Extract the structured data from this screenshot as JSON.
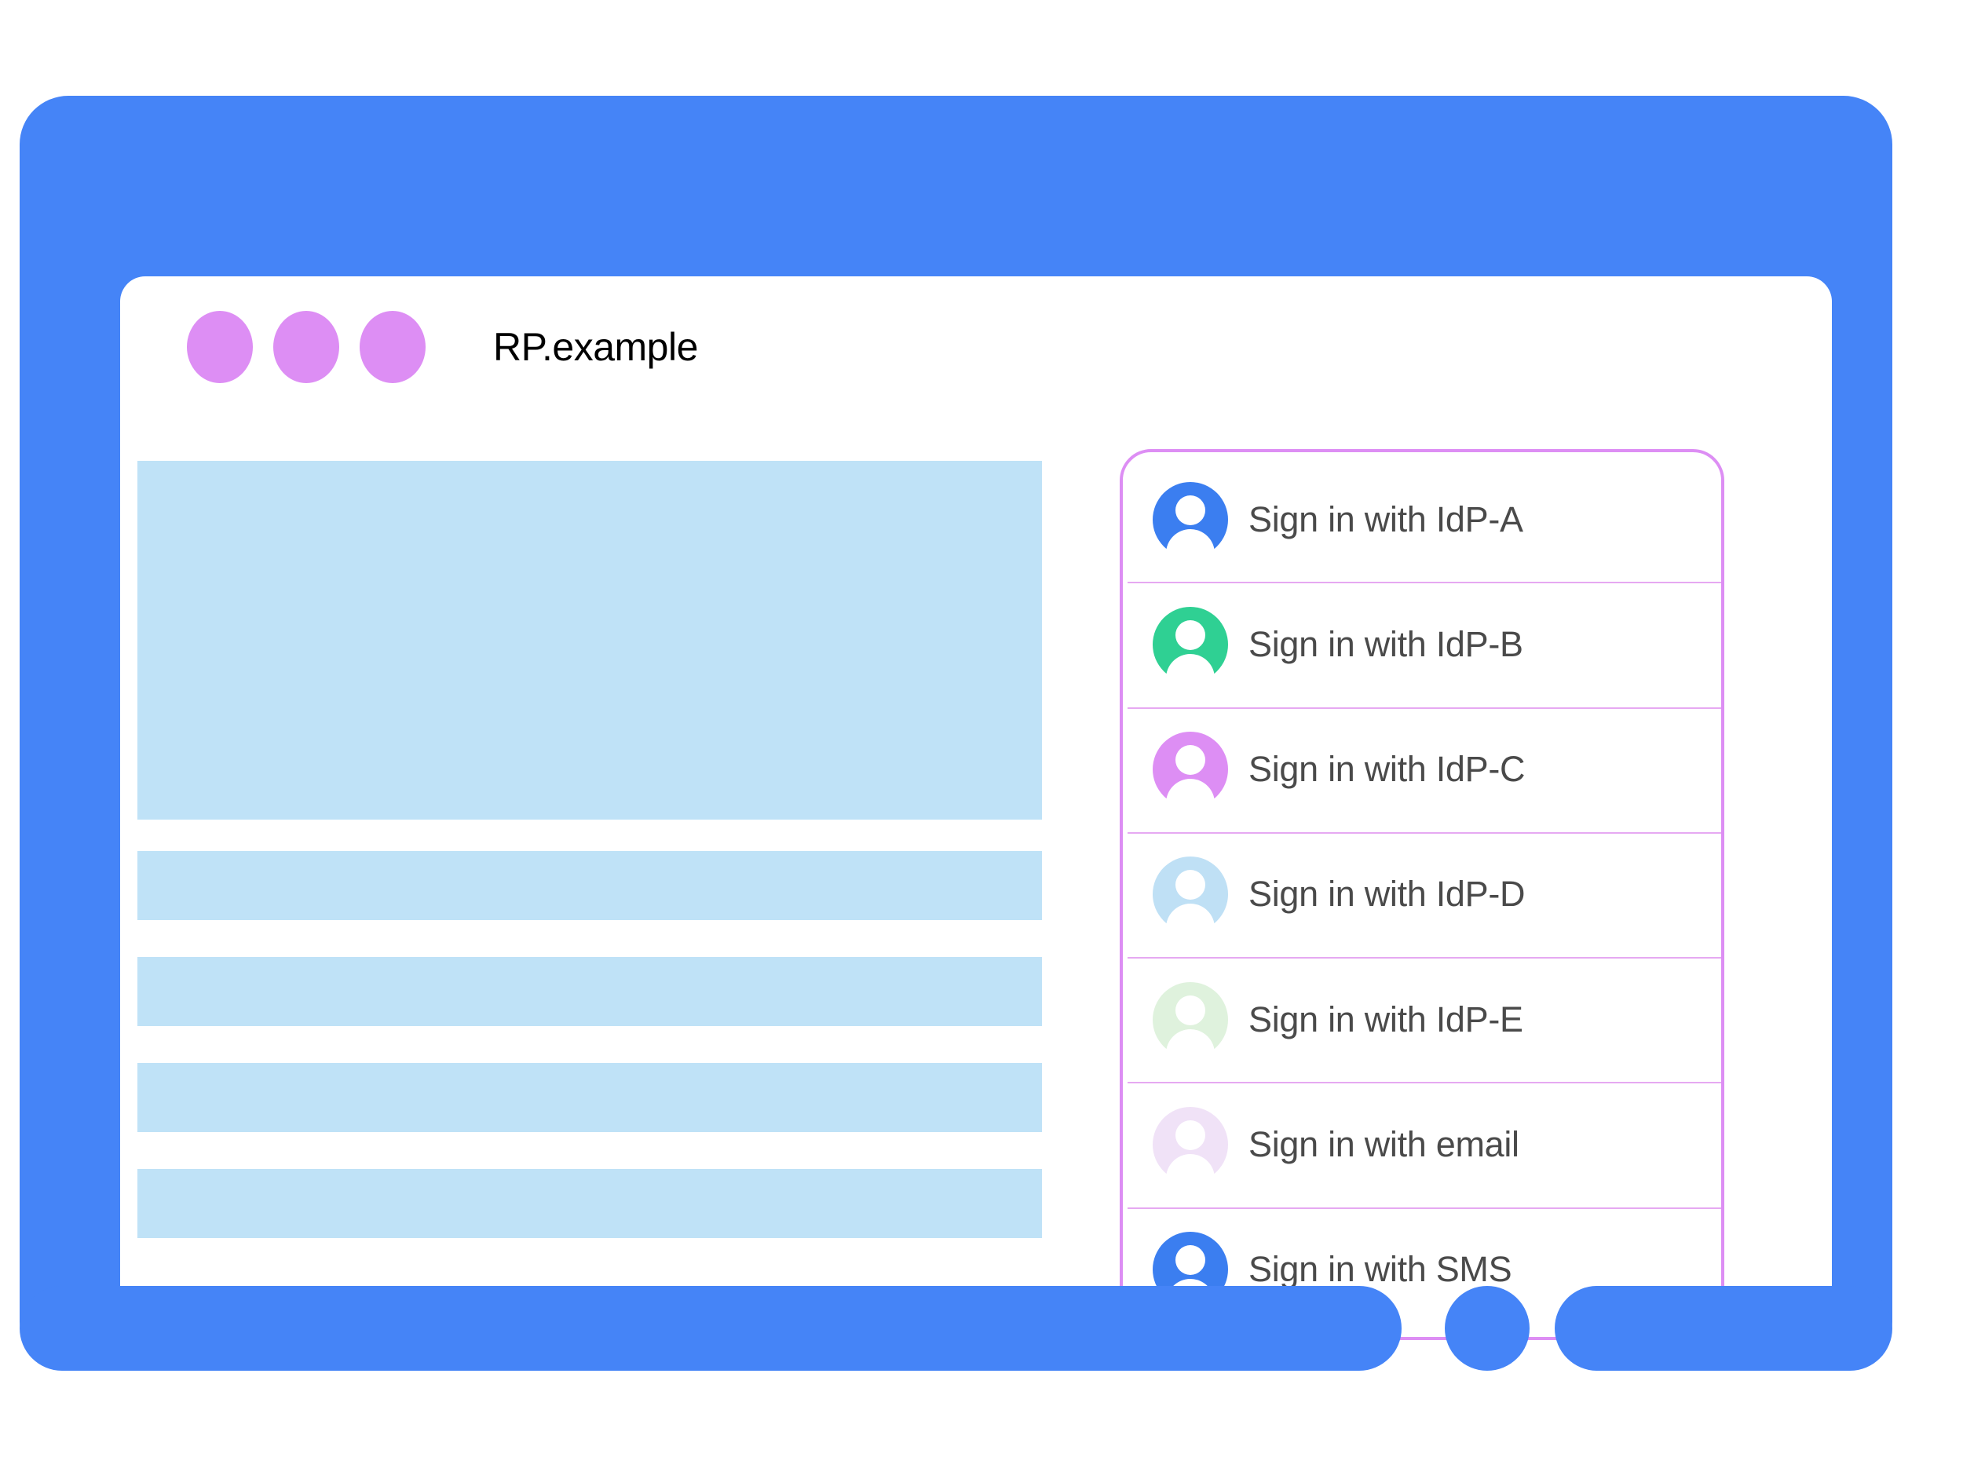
{
  "window": {
    "title": "RP.example",
    "dots": [
      "window-dot-1",
      "window-dot-2",
      "window-dot-3"
    ],
    "frame_color": "#4584f7",
    "dot_color": "#dd8ef4"
  },
  "content": {
    "placeholder_color": "#bfe2f7",
    "blocks": [
      {
        "name": "hero-placeholder"
      },
      {
        "name": "text-line-placeholder-1"
      },
      {
        "name": "text-line-placeholder-2"
      },
      {
        "name": "text-line-placeholder-3"
      },
      {
        "name": "text-line-placeholder-4"
      }
    ]
  },
  "signin_card": {
    "border_color": "#dd8ef4",
    "divider_color": "#e6a9f2",
    "label_color": "#4a4a4a",
    "options": [
      {
        "label": "Sign in with IdP-A",
        "icon": "account-circle-icon",
        "avatar_color": "#3b7ef0"
      },
      {
        "label": "Sign in with IdP-B",
        "icon": "account-circle-icon",
        "avatar_color": "#2fd093"
      },
      {
        "label": "Sign in with IdP-C",
        "icon": "account-circle-icon",
        "avatar_color": "#dd8ef4"
      },
      {
        "label": "Sign in with IdP-D",
        "icon": "account-circle-icon",
        "avatar_color": "#bfe0f5"
      },
      {
        "label": "Sign in with IdP-E",
        "icon": "account-circle-icon",
        "avatar_color": "#dff2dd"
      },
      {
        "label": "Sign in with email",
        "icon": "account-circle-icon",
        "avatar_color": "#f0e2f7"
      },
      {
        "label": "Sign in with SMS",
        "icon": "account-circle-icon",
        "avatar_color": "#3b7ef0"
      }
    ]
  }
}
